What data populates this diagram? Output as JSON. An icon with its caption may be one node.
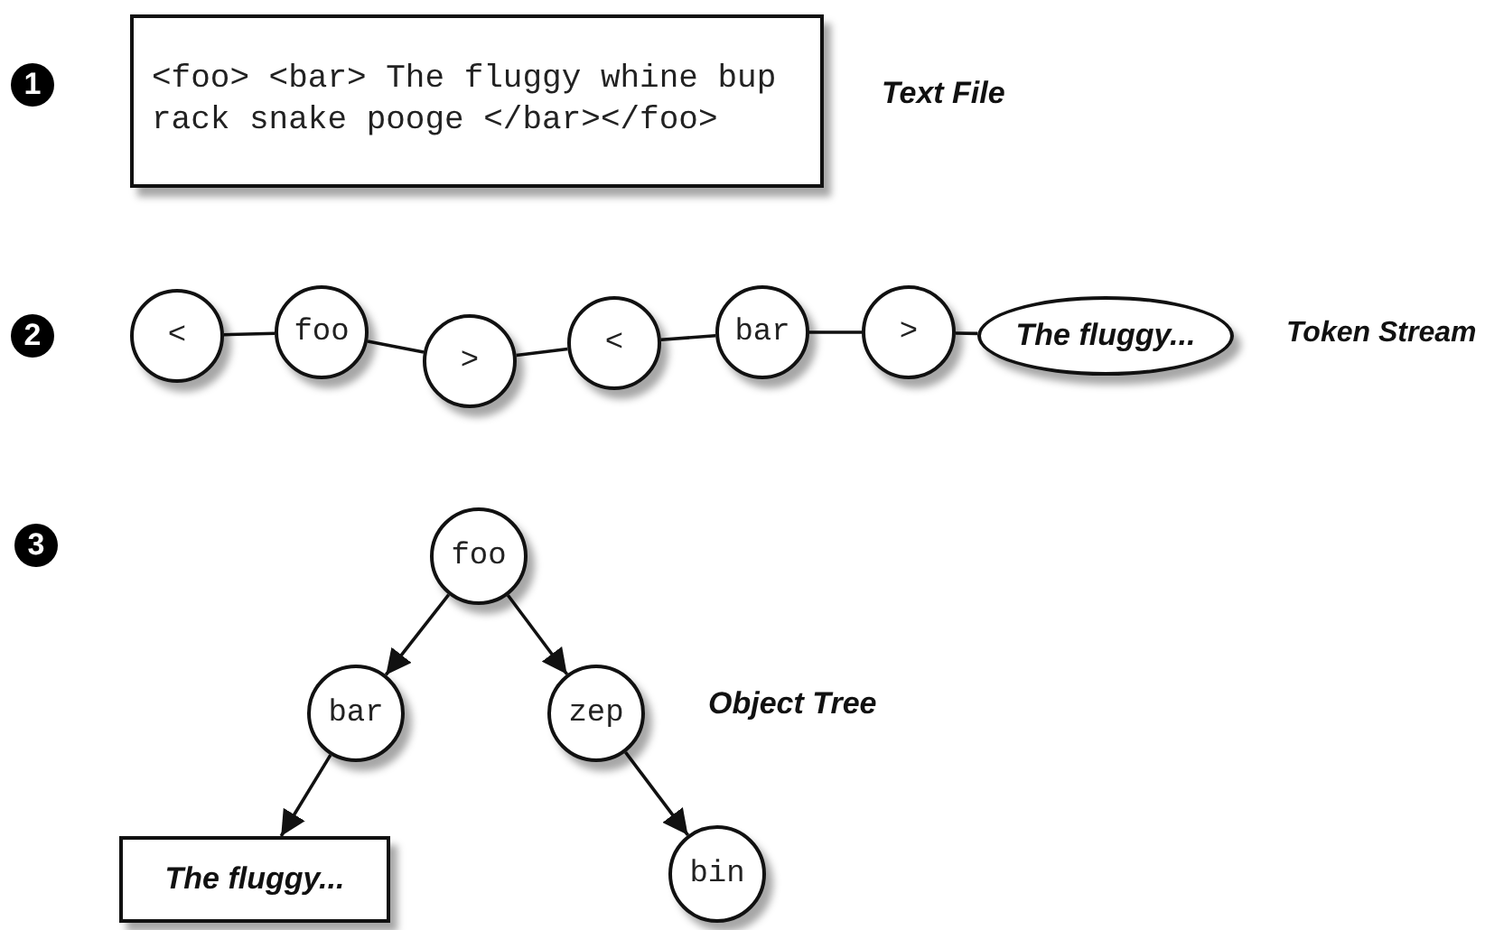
{
  "diagram": {
    "nodes": [
      {
        "text": [
          "<foo> <bar> The fluggy whine bup rack snake pooge </bar></foo>"
        ]
      },
      {
        "text": [
          "<"
        ]
      },
      {
        "text": [
          "foo"
        ]
      },
      {
        "text": [
          ">"
        ]
      },
      {
        "text": [
          "<"
        ]
      },
      {
        "text": [
          "bar"
        ]
      },
      {
        "text": [
          ">"
        ]
      },
      {
        "text": [
          "The fluggy..."
        ]
      },
      {
        "text": [
          "foo"
        ]
      },
      {
        "text": [
          "bar"
        ]
      },
      {
        "text": [
          "zep"
        ]
      },
      {
        "text": [
          "The fluggy..."
        ]
      },
      {
        "text": [
          "bin"
        ]
      }
    ],
    "edges": [
      {
        "from": 1,
        "to": 2,
        "arrow": "none"
      },
      {
        "from": 2,
        "to": 3,
        "arrow": "none"
      },
      {
        "from": 3,
        "to": 4,
        "arrow": "none"
      },
      {
        "from": 4,
        "to": 5,
        "arrow": "none"
      },
      {
        "from": 5,
        "to": 6,
        "arrow": "none"
      },
      {
        "from": 6,
        "to": 7,
        "arrow": "none"
      },
      {
        "from": 8,
        "to": 9,
        "arrow": "to"
      },
      {
        "from": 8,
        "to": 10,
        "arrow": "to"
      },
      {
        "from": 9,
        "to": 11,
        "arrow": "to"
      },
      {
        "from": 10,
        "to": 12,
        "arrow": "to"
      }
    ],
    "labels": [
      "1",
      "Text File",
      "2",
      "Token Stream",
      "3",
      "Object Tree"
    ]
  }
}
